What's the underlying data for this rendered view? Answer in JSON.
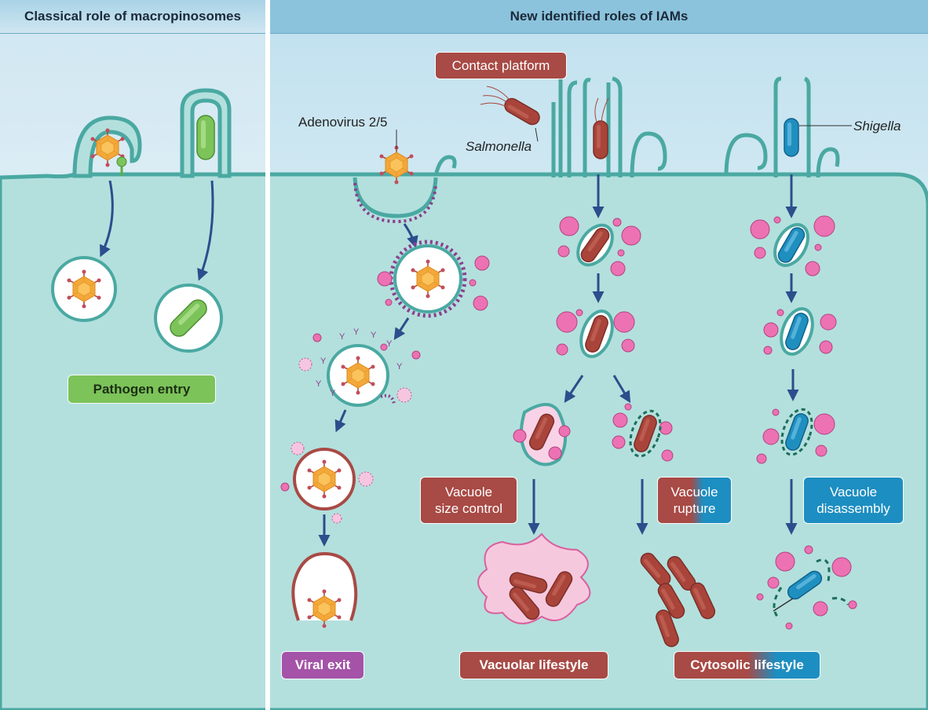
{
  "headers": {
    "left": "Classical role of macropinosomes",
    "right": "New identified roles of IAMs"
  },
  "labels": {
    "contact_platform": "Contact platform",
    "adenovirus": "Adenovirus 2/5",
    "salmonella": "Salmonella",
    "shigella": "Shigella",
    "pathogen_entry": "Pathogen entry",
    "vacuole_size_control": "Vacuole\nsize control",
    "vacuole_rupture": "Vacuole\nrupture",
    "vacuole_disassembly": "Vacuole\ndisassembly",
    "viral_exit": "Viral exit",
    "vacuolar_lifestyle": "Vacuolar lifestyle",
    "cytosolic_lifestyle": "Cytosolic lifestyle"
  },
  "colors": {
    "cytoplasm": "#b3e0dd",
    "membrane": "#4aa9a2",
    "salmonella_red": "#b04a3f",
    "shigella_blue": "#1f8fc0",
    "vesicle_pink": "#ec72b4",
    "virus_orange": "#f2a23c",
    "label_red": "#a84a45",
    "label_green": "#7cc35a",
    "label_purple": "#a453a8",
    "label_blue": "#1d8ec1",
    "arrow_blue": "#2d4d8c"
  }
}
